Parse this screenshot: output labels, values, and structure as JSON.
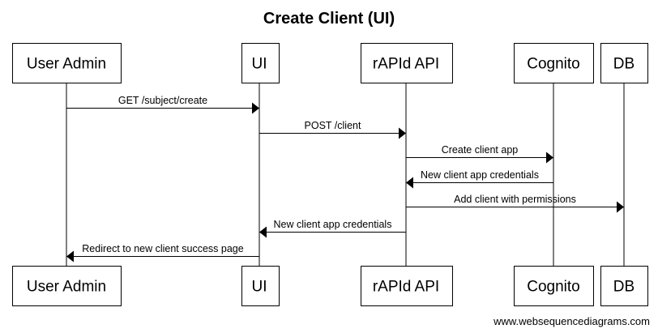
{
  "diagram": {
    "title": "Create Client (UI)",
    "participants": [
      {
        "id": "user_admin",
        "label": "User Admin"
      },
      {
        "id": "ui",
        "label": "UI"
      },
      {
        "id": "rapid_api",
        "label": "rAPId API"
      },
      {
        "id": "cognito",
        "label": "Cognito"
      },
      {
        "id": "db",
        "label": "DB"
      }
    ],
    "messages": [
      {
        "from": "user_admin",
        "to": "ui",
        "label": "GET /subject/create"
      },
      {
        "from": "ui",
        "to": "rapid_api",
        "label": "POST /client"
      },
      {
        "from": "rapid_api",
        "to": "cognito",
        "label": "Create client app"
      },
      {
        "from": "cognito",
        "to": "rapid_api",
        "label": "New client app credentials"
      },
      {
        "from": "rapid_api",
        "to": "db",
        "label": "Add client with permissions"
      },
      {
        "from": "rapid_api",
        "to": "ui",
        "label": "New client app credentials"
      },
      {
        "from": "ui",
        "to": "user_admin",
        "label": "Redirect to new client success page"
      }
    ],
    "footer": "www.websequencediagrams.com"
  }
}
